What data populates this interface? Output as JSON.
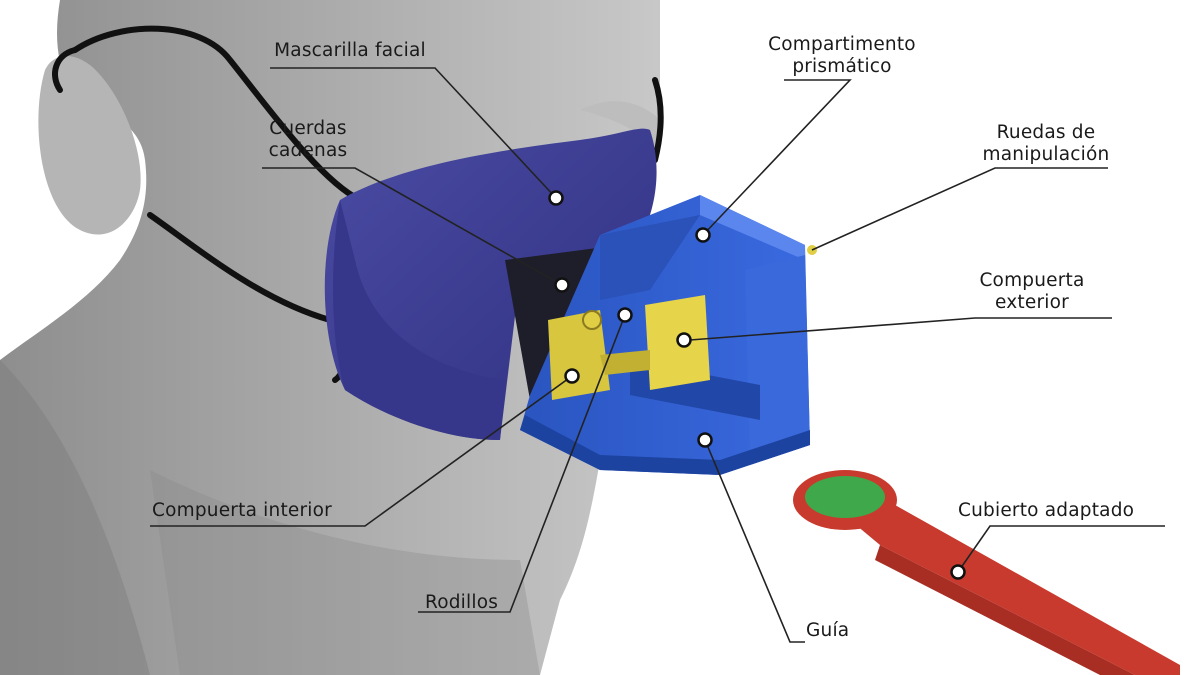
{
  "labels": {
    "mascarilla": "Mascarilla facial",
    "cuerdas_1": "Cuerdas",
    "cuerdas_2": "cadenas",
    "compartimento_1": "Compartimento",
    "compartimento_2": "prismático",
    "ruedas_1": "Ruedas de",
    "ruedas_2": "manipulación",
    "compuerta_ext_1": "Compuerta",
    "compuerta_ext_2": "exterior",
    "compuerta_int": "Compuerta interior",
    "rodillos": "Rodillos",
    "guia": "Guía",
    "cubierto": "Cubierto adaptado"
  },
  "colors": {
    "head": "#9e9e9e",
    "mask": "#3e3f93",
    "box": "#2f5fd0",
    "gate": "#e6d44a",
    "utensil": "#c93a2e",
    "utensil_tip": "#3fa84a",
    "line": "#222222"
  }
}
